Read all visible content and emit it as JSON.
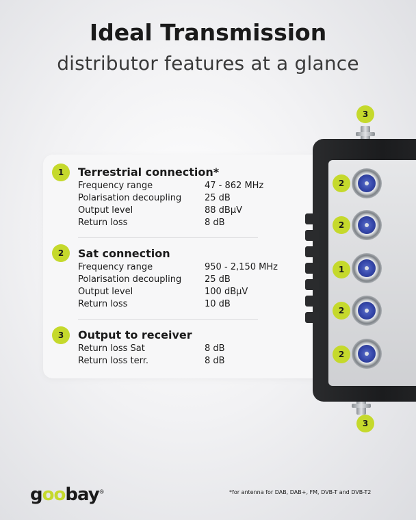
{
  "header": {
    "title": "Ideal Transmission",
    "subtitle": "distributor features at a glance"
  },
  "sections": [
    {
      "badge": "1",
      "title": "Terrestrial connection*",
      "rows": [
        {
          "label": "Frequency range",
          "value": "47 - 862 MHz"
        },
        {
          "label": "Polarisation decoupling",
          "value": "25 dB"
        },
        {
          "label": "Output level",
          "value": "88 dBµV"
        },
        {
          "label": "Return loss",
          "value": "8 dB"
        }
      ]
    },
    {
      "badge": "2",
      "title": "Sat connection",
      "rows": [
        {
          "label": "Frequency range",
          "value": "950 - 2,150 MHz"
        },
        {
          "label": "Polarisation decoupling",
          "value": "25 dB"
        },
        {
          "label": "Output level",
          "value": "100 dBµV"
        },
        {
          "label": "Return loss",
          "value": "10 dB"
        }
      ]
    },
    {
      "badge": "3",
      "title": "Output to receiver",
      "rows": [
        {
          "label": "Return loss Sat",
          "value": "8 dB"
        },
        {
          "label": "Return loss terr.",
          "value": "8 dB"
        }
      ]
    }
  ],
  "device": {
    "top_badge": "3",
    "bottom_badge": "3",
    "port_badges": [
      "2",
      "2",
      "1",
      "2",
      "2"
    ]
  },
  "footer": {
    "logo_pre": "g",
    "logo_oo": "oo",
    "logo_post": "bay",
    "logo_mark": "®",
    "footnote": "*for antenna for DAB, DAB+, FM, DVB-T and DVB-T2"
  },
  "colors": {
    "accent": "#c5d92c",
    "text": "#1a1a1a",
    "connector_core": "#3345a8",
    "device_body": "#1b1c1e"
  }
}
